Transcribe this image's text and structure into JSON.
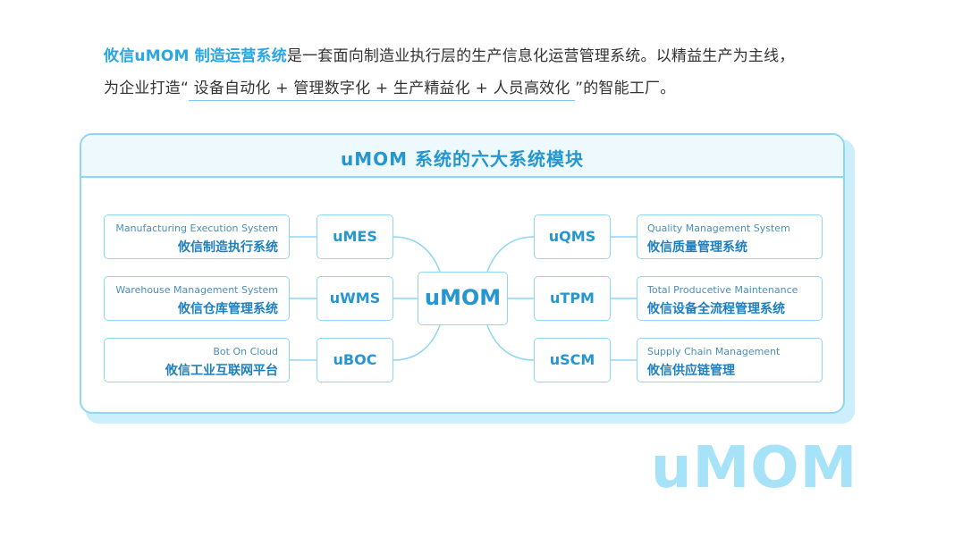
{
  "intro": {
    "line1_highlight": "攸信uMOM 制造运营系统",
    "line1_rest": "是一套面向制造业执行层的生产信息化运营管理系统。以精益生产为主线，",
    "line2_before": "为企业打造“",
    "line2_underlined": " 设备自动化 + 管理数字化 + 生产精益化 + 人员高效化 ",
    "line2_after": "”的智能工厂。"
  },
  "diagram": {
    "title": "uMOM 系统的六大系统模块",
    "center_label": "uMOM",
    "left_modules": [
      {
        "module": "uMES",
        "en": "Manufacturing Execution System",
        "cn": "攸信制造执行系统"
      },
      {
        "module": "uWMS",
        "en": "Warehouse Management System",
        "cn": "攸信仓库管理系统"
      },
      {
        "module": "uBOC",
        "en": "Bot On Cloud",
        "cn": "攸信工业互联网平台"
      }
    ],
    "right_modules": [
      {
        "module": "uQMS",
        "en": "Quality Management System",
        "cn": "攸信质量管理系统"
      },
      {
        "module": "uTPM",
        "en": "Total Producetive Maintenance",
        "cn": "攸信设备全流程管理系统"
      },
      {
        "module": "uSCM",
        "en": "Supply Chain Management",
        "cn": "攸信供应链管理"
      }
    ],
    "colors": {
      "accent": "#2596cf",
      "border": "#8fd6f4",
      "watermark": "#a7e3f8"
    }
  },
  "watermark": "uMOM"
}
